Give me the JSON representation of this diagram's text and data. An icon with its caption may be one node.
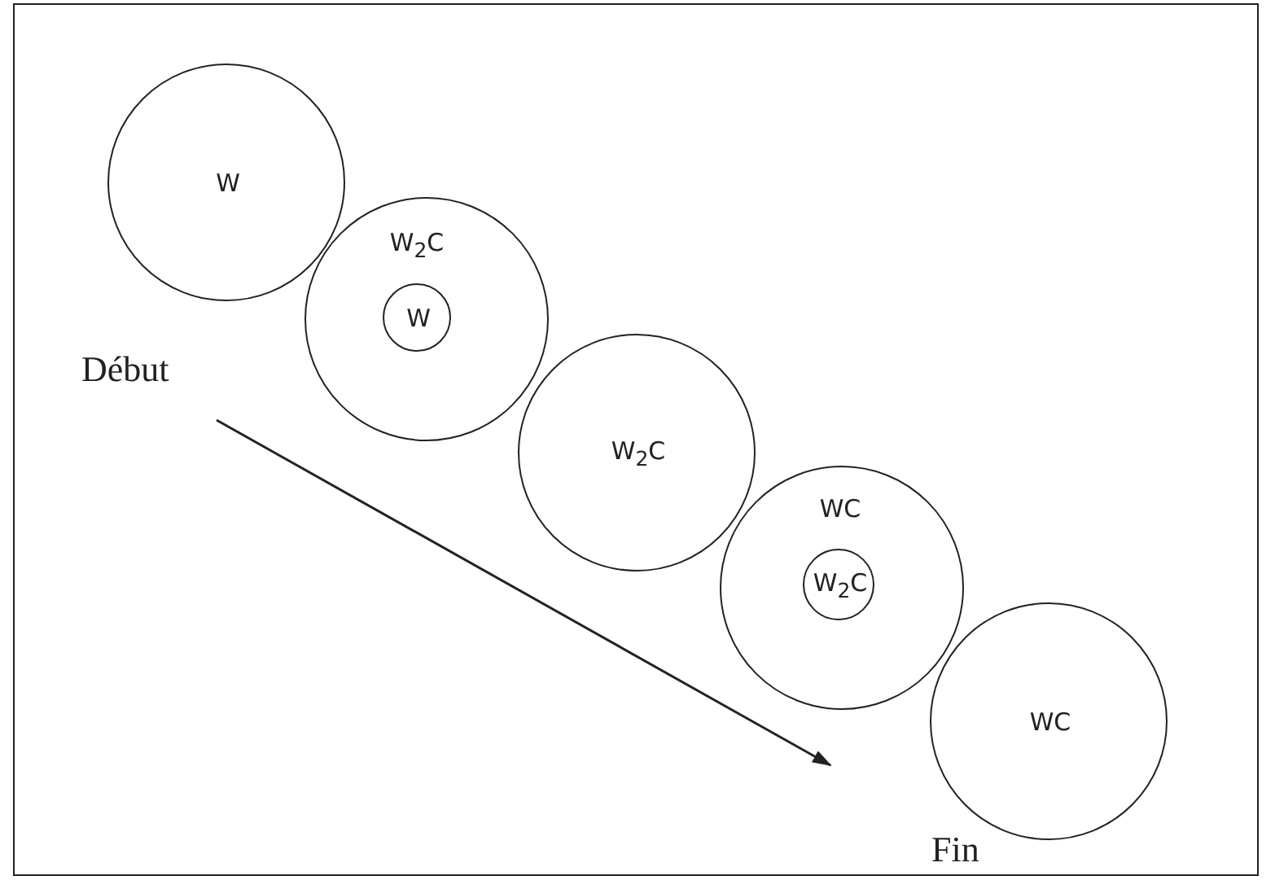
{
  "diagram": {
    "nodes": [
      {
        "text": [
          "W"
        ]
      },
      {
        "text": [
          "W$_{2}$C"
        ]
      },
      {
        "text": [
          "W"
        ],
        "in": 1
      },
      {
        "text": [
          "W$_{2}$C"
        ]
      },
      {
        "text": [
          "WC"
        ]
      },
      {
        "text": [
          "W$_{2}$C"
        ],
        "in": 4
      },
      {
        "text": [
          "WC"
        ]
      }
    ],
    "labels": [
      "Début",
      "Fin"
    ]
  }
}
